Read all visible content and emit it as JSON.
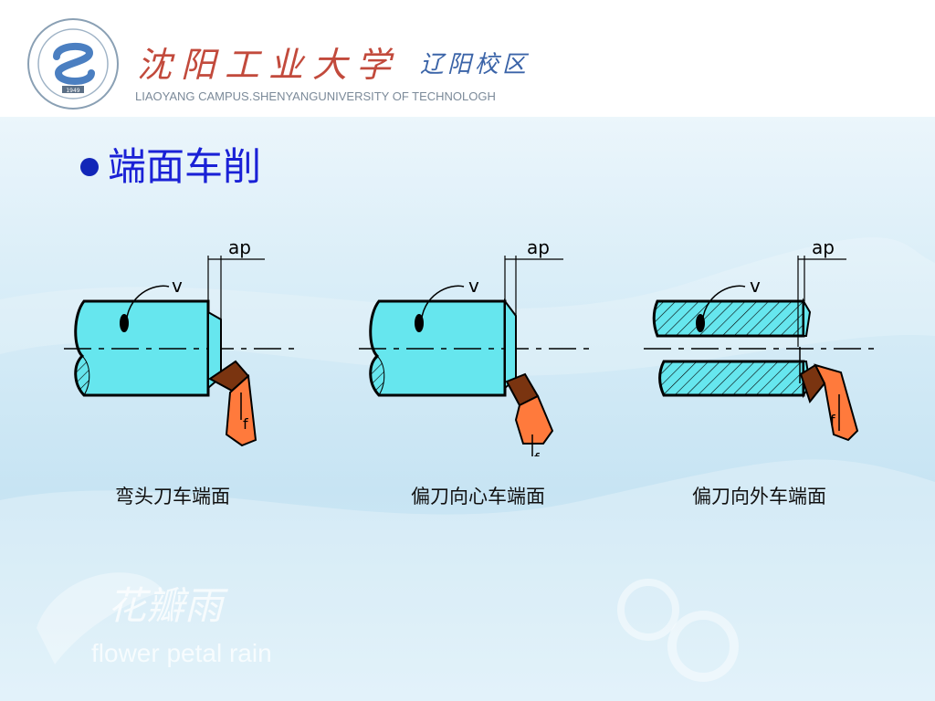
{
  "header": {
    "university_cn": "沈阳工业大学",
    "campus_cn": "辽阳校区",
    "university_en": "LIAOYANG CAMPUS.SHENYANGUNIVERSITY OF TECHNOLOGH",
    "logo_year": "1949"
  },
  "slide": {
    "title": "端面车削"
  },
  "diagrams": [
    {
      "caption": "弯头刀车端面",
      "ap_label": "ap",
      "v_label": "v",
      "f_label": "f"
    },
    {
      "caption": "偏刀向心车端面",
      "ap_label": "ap",
      "v_label": "v",
      "f_label": "f"
    },
    {
      "caption": "偏刀向外车端面",
      "ap_label": "ap",
      "v_label": "v",
      "f_label": "f"
    }
  ],
  "watermark": {
    "text_cn": "花瓣雨",
    "text_en": "flower petal rain"
  },
  "colors": {
    "workpiece": "#66e6ee",
    "tool_body": "#ff7a3c",
    "tool_tip": "#7a3410",
    "title": "#1a21d6",
    "bullet": "#1226b8"
  }
}
